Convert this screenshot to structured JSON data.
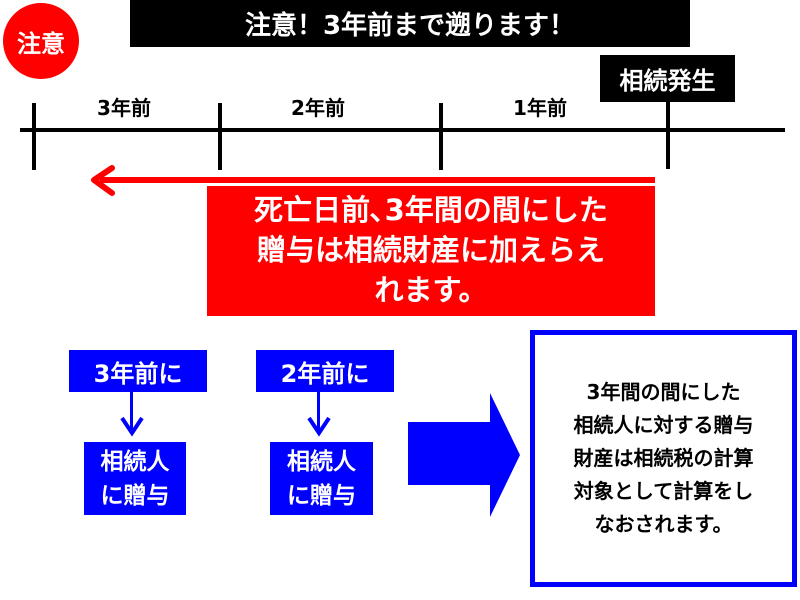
{
  "badge": {
    "label": "注意"
  },
  "banner": {
    "title": "注意！3年前まで遡ります！"
  },
  "timeline": {
    "event_label": "相続発生",
    "periods": [
      "3年前",
      "2年前",
      "1年前"
    ]
  },
  "note": {
    "lines": [
      "死亡日前､3年間の間にした",
      "贈与は相続財産に加えらえ",
      "れます。"
    ]
  },
  "flows": [
    {
      "when": "3年前に",
      "what": [
        "相続人",
        "に贈与"
      ]
    },
    {
      "when": "2年前に",
      "what": [
        "相続人",
        "に贈与"
      ]
    }
  ],
  "result": {
    "lines": [
      "3年間の間にした",
      "相続人に対する贈与",
      "財産は相続税の計算",
      "対象として計算をし",
      "なおされます。"
    ]
  },
  "colors": {
    "red": "#ff0000",
    "blue": "#0000ff",
    "black": "#000000"
  }
}
